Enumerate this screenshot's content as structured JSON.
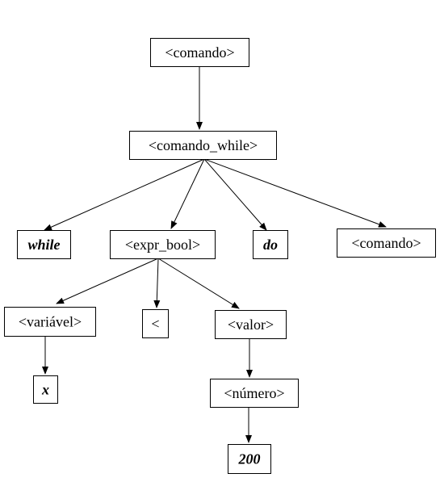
{
  "diagram": {
    "nodes": [
      {
        "id": "comando-root",
        "label": "<comando>",
        "terminal": false
      },
      {
        "id": "comando-while",
        "label": "<comando_while>",
        "terminal": false
      },
      {
        "id": "while",
        "label": "while",
        "terminal": true
      },
      {
        "id": "expr-bool",
        "label": "<expr_bool>",
        "terminal": false
      },
      {
        "id": "do",
        "label": "do",
        "terminal": true
      },
      {
        "id": "comando-child",
        "label": "<comando>",
        "terminal": false
      },
      {
        "id": "variavel",
        "label": "<variável>",
        "terminal": false
      },
      {
        "id": "less-than",
        "label": "<",
        "terminal": false
      },
      {
        "id": "valor",
        "label": "<valor>",
        "terminal": false
      },
      {
        "id": "x",
        "label": "x",
        "terminal": true
      },
      {
        "id": "numero",
        "label": "<número>",
        "terminal": false
      },
      {
        "id": "n200",
        "label": "200",
        "terminal": true
      }
    ],
    "edges": [
      {
        "from": "comando-root",
        "to": "comando-while"
      },
      {
        "from": "comando-while",
        "to": "while"
      },
      {
        "from": "comando-while",
        "to": "expr-bool"
      },
      {
        "from": "comando-while",
        "to": "do"
      },
      {
        "from": "comando-while",
        "to": "comando-child"
      },
      {
        "from": "expr-bool",
        "to": "variavel"
      },
      {
        "from": "expr-bool",
        "to": "less-than"
      },
      {
        "from": "expr-bool",
        "to": "valor"
      },
      {
        "from": "variavel",
        "to": "x"
      },
      {
        "from": "valor",
        "to": "numero"
      },
      {
        "from": "numero",
        "to": "n200"
      }
    ]
  }
}
